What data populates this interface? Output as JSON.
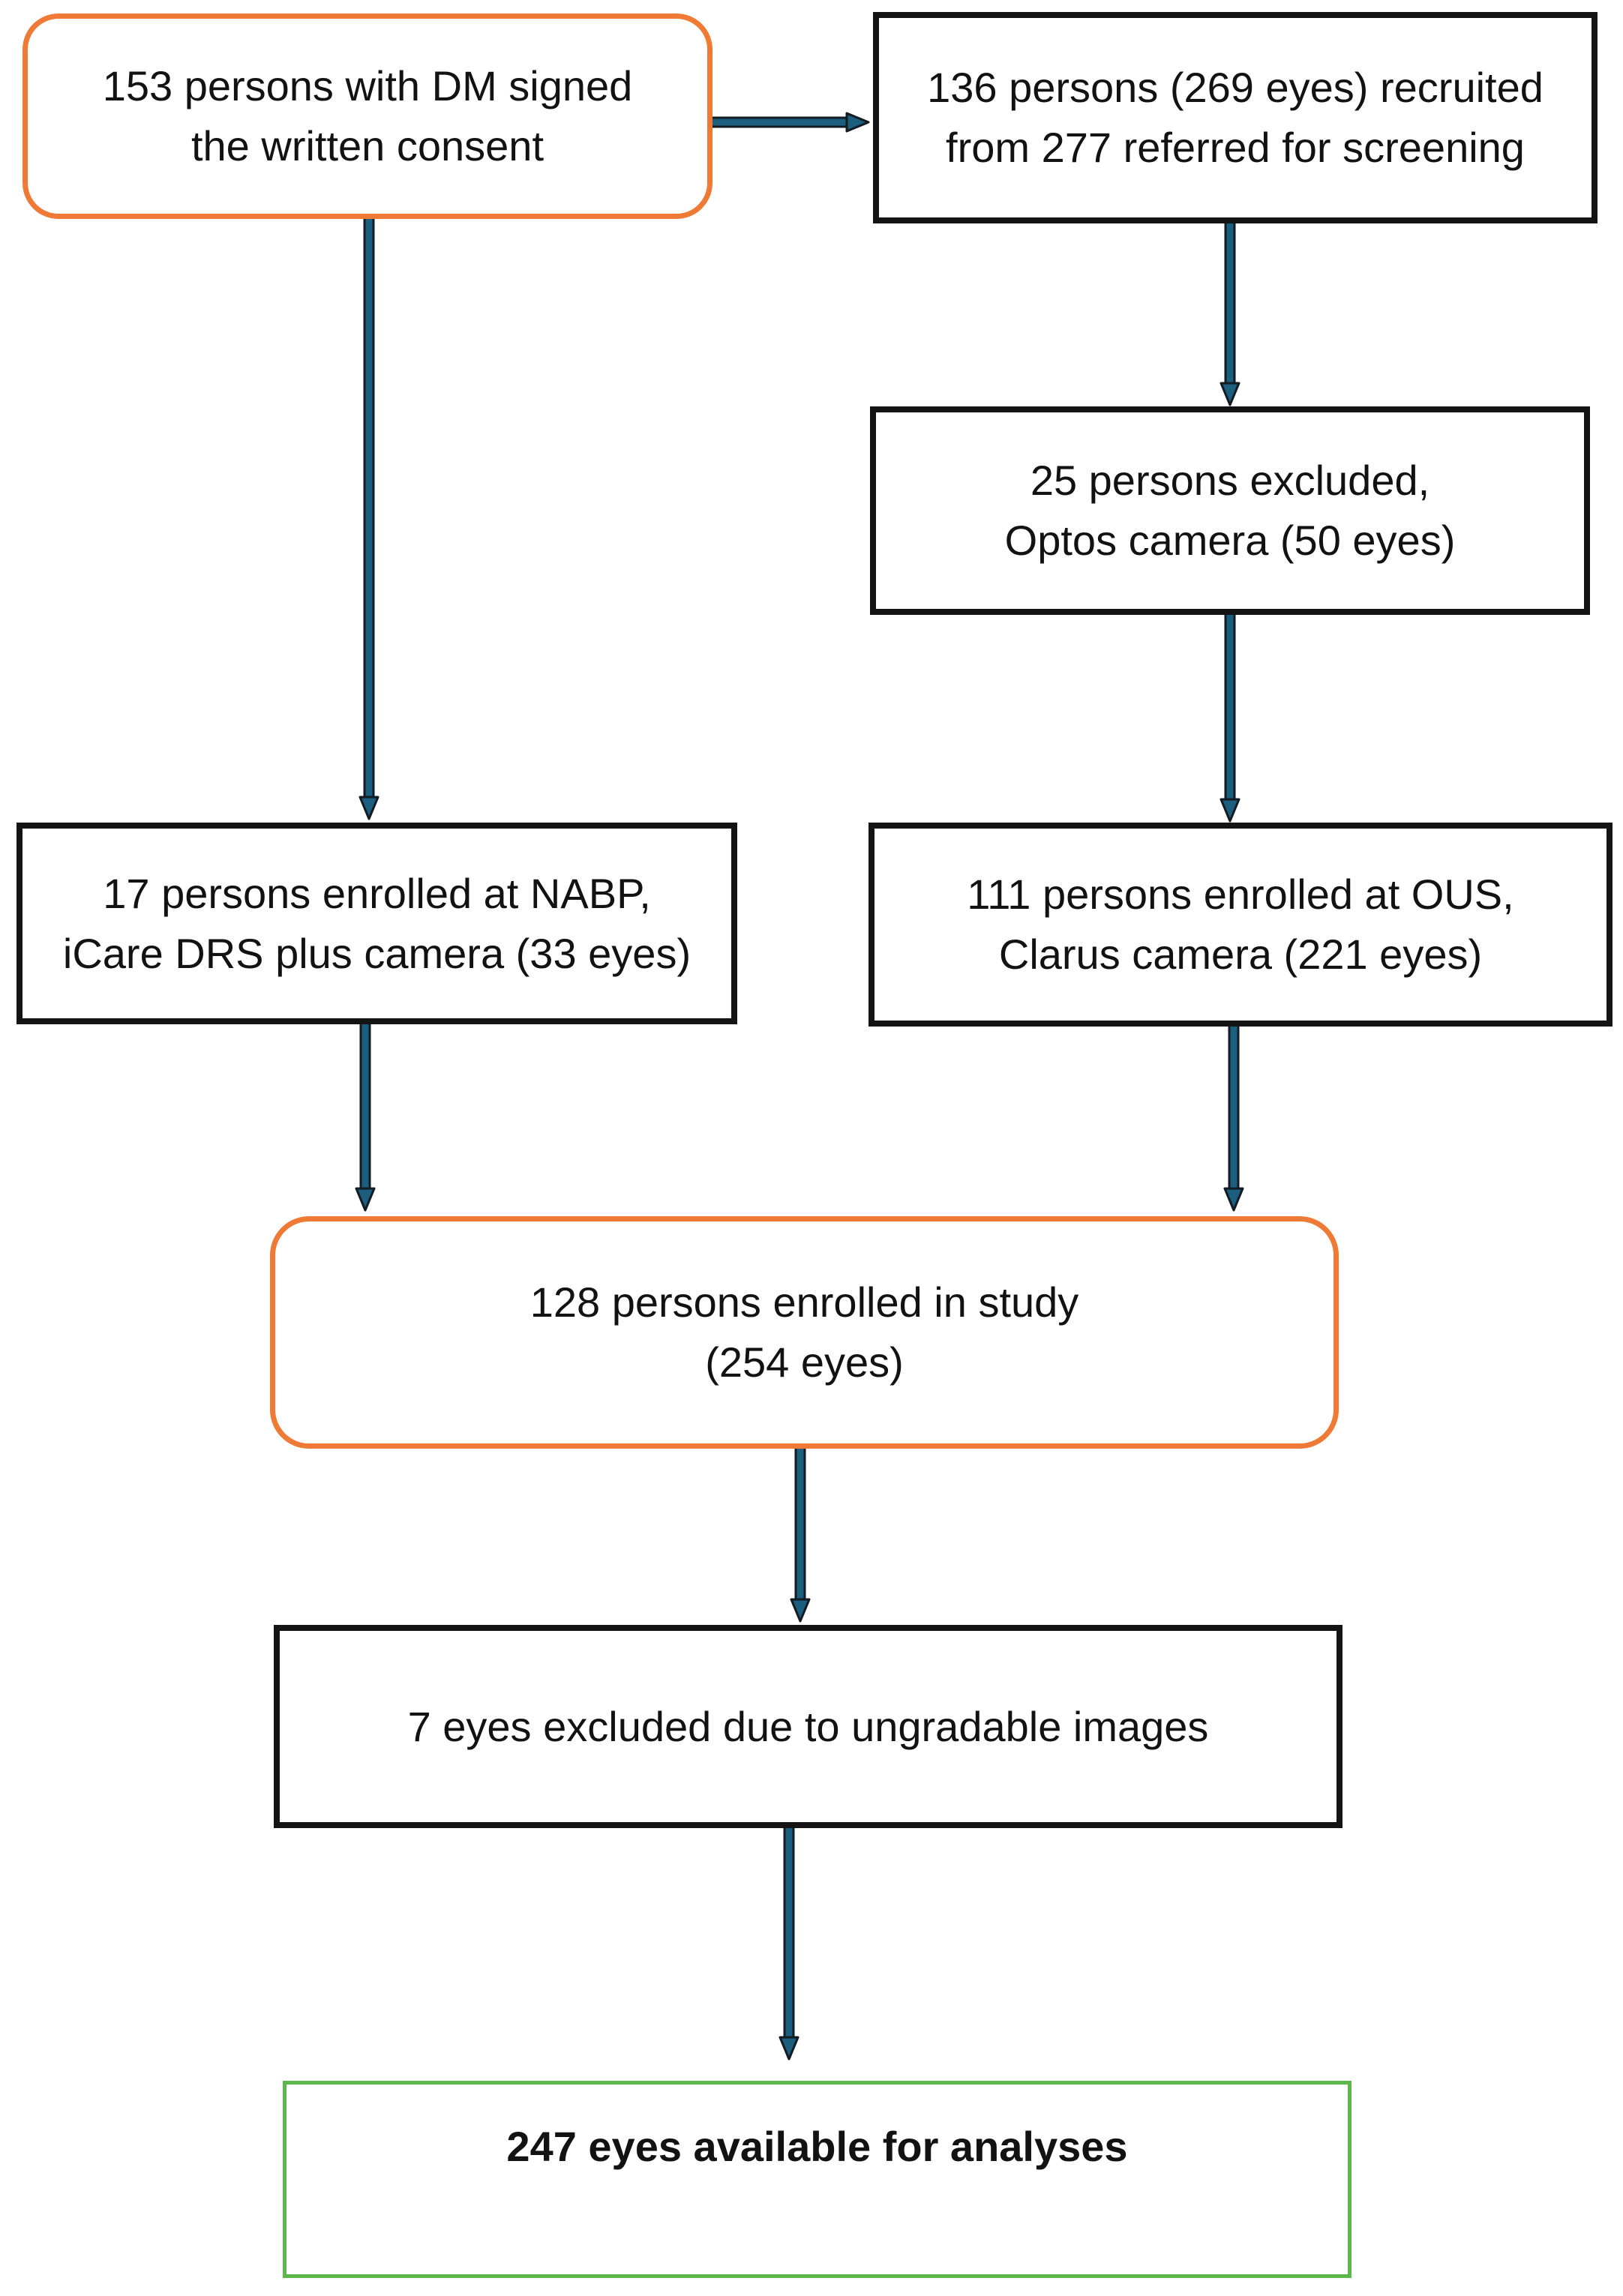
{
  "figure": {
    "type": "flowchart",
    "colors": {
      "orange": "#EE7A36",
      "green": "#5CB84B",
      "box_border": "#141414",
      "arrow_fill": "#1B5E7E",
      "arrow_outline": "#131B23",
      "text": "#121212"
    },
    "nodes": {
      "consent": {
        "line1": "153 persons with DM signed",
        "line2": "the written consent"
      },
      "recruited": {
        "line1": "136 persons (269 eyes) recruited",
        "line2": "from 277 referred for screening"
      },
      "excluded_optos": {
        "line1": "25 persons excluded,",
        "line2": "Optos camera (50 eyes)"
      },
      "nabp": {
        "line1": "17 persons enrolled at NABP,",
        "line2": "iCare DRS plus camera (33 eyes)"
      },
      "ous": {
        "line1": "111 persons enrolled at OUS,",
        "line2": "Clarus camera (221 eyes)"
      },
      "enrolled": {
        "line1": "128 persons enrolled in study",
        "line2": "(254 eyes)"
      },
      "ungradable": {
        "line1": "7 eyes excluded due to ungradable images"
      },
      "final": {
        "line1": "247 eyes available for analyses"
      }
    },
    "edges": [
      {
        "from": "consent",
        "to": "recruited"
      },
      {
        "from": "consent",
        "to": "nabp"
      },
      {
        "from": "recruited",
        "to": "excluded_optos"
      },
      {
        "from": "excluded_optos",
        "to": "ous"
      },
      {
        "from": "nabp",
        "to": "enrolled"
      },
      {
        "from": "ous",
        "to": "enrolled"
      },
      {
        "from": "enrolled",
        "to": "ungradable"
      },
      {
        "from": "ungradable",
        "to": "final"
      }
    ]
  }
}
